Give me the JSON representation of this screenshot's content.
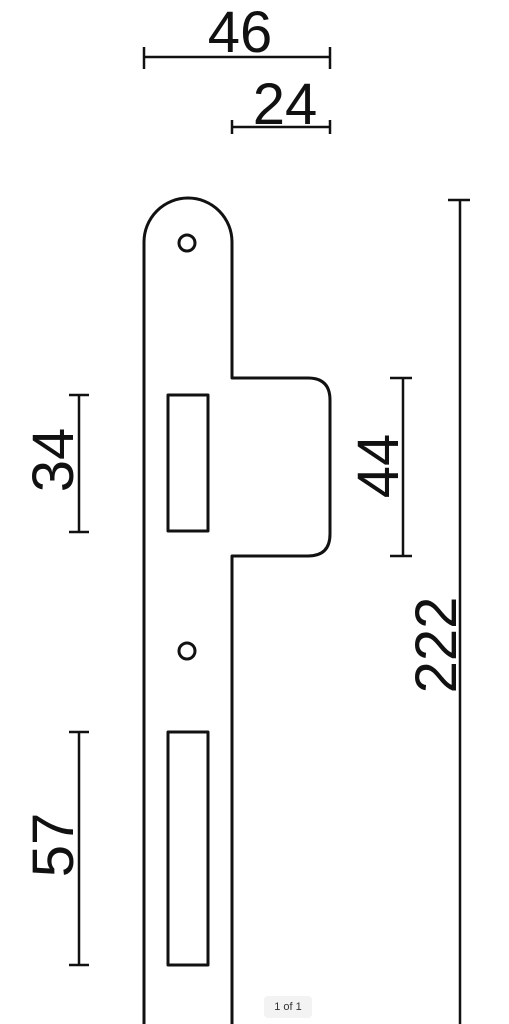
{
  "drawing": {
    "stroke_color": "#111111",
    "background_color": "#ffffff",
    "dimensions": {
      "total_width": "46",
      "faceplate_width": "24",
      "total_length": "222",
      "latch_opening": "34",
      "tab_height": "44",
      "bolt_opening": "57"
    }
  },
  "viewer": {
    "page_indicator": "1 of 1"
  }
}
